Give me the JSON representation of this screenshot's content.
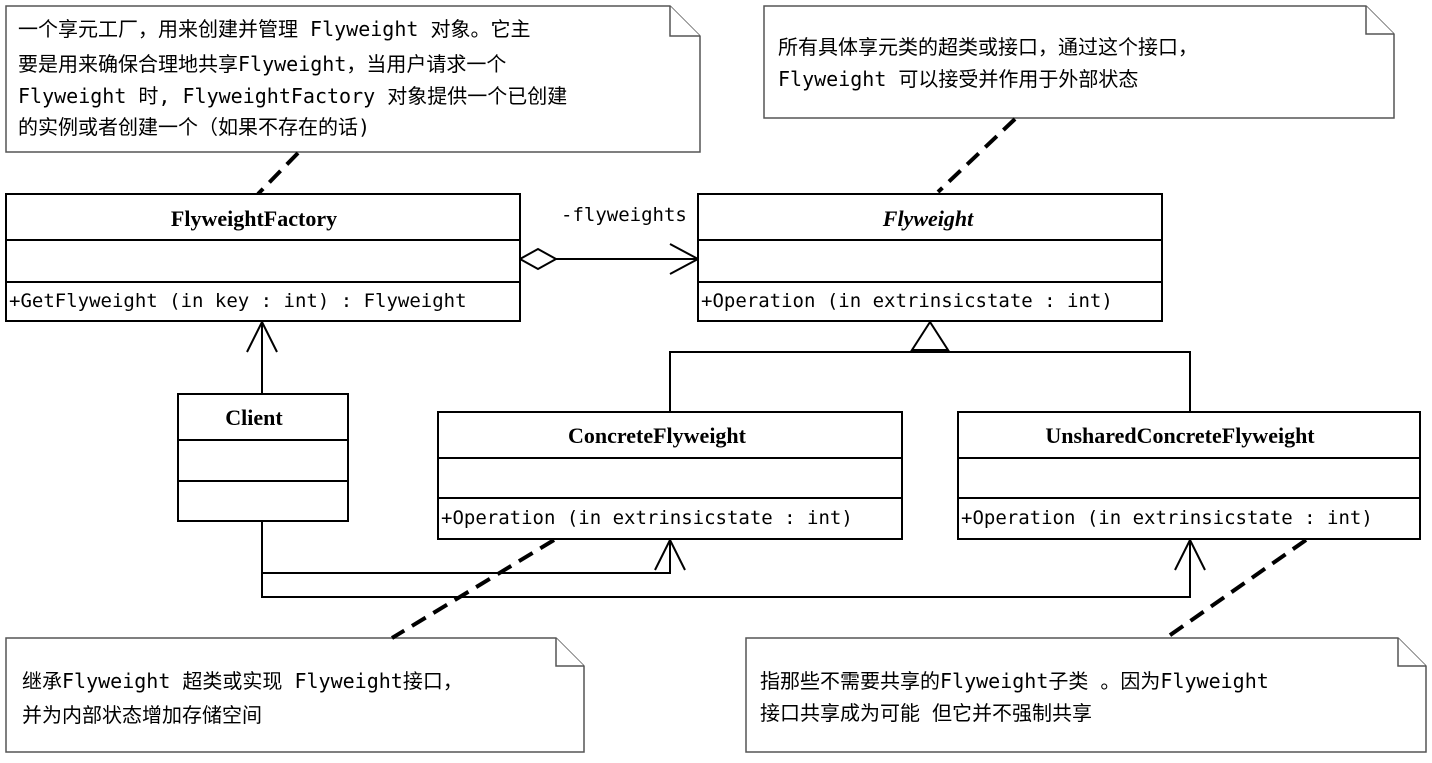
{
  "classes": {
    "factory": {
      "name": "FlyweightFactory",
      "operation": "+GetFlyweight (in key  : int) : Flyweight"
    },
    "flyweight": {
      "name": "Flyweight",
      "operation": "+Operation (in extrinsicstate  : int)"
    },
    "client": {
      "name": "Client"
    },
    "concrete": {
      "name": "ConcreteFlyweight",
      "operation": "+Operation (in extrinsicstate  : int)"
    },
    "unshared": {
      "name": "UnsharedConcreteFlyweight",
      "operation": "+Operation (in extrinsicstate  : int)"
    }
  },
  "association": {
    "role": "-flyweights"
  },
  "notes": {
    "factory_note": {
      "lines": [
        "一个享元工厂，用来创建并管理 Flyweight 对象。它主",
        "要是用来确保合理地共享Flyweight，当用户请求一个",
        "Flyweight 时, FlyweightFactory 对象提供一个已创建",
        "的实例或者创建一个（如果不存在的话)"
      ]
    },
    "flyweight_note": {
      "lines": [
        "所有具体享元类的超类或接口，通过这个接口，",
        "Flyweight 可以接受并作用于外部状态"
      ]
    },
    "concrete_note": {
      "lines": [
        "继承Flyweight 超类或实现 Flyweight接口，",
        "并为内部状态增加存储空间"
      ]
    },
    "unshared_note": {
      "lines": [
        "指那些不需要共享的Flyweight子类 。因为Flyweight",
        "接口共享成为可能  但它并不强制共享"
      ]
    }
  }
}
